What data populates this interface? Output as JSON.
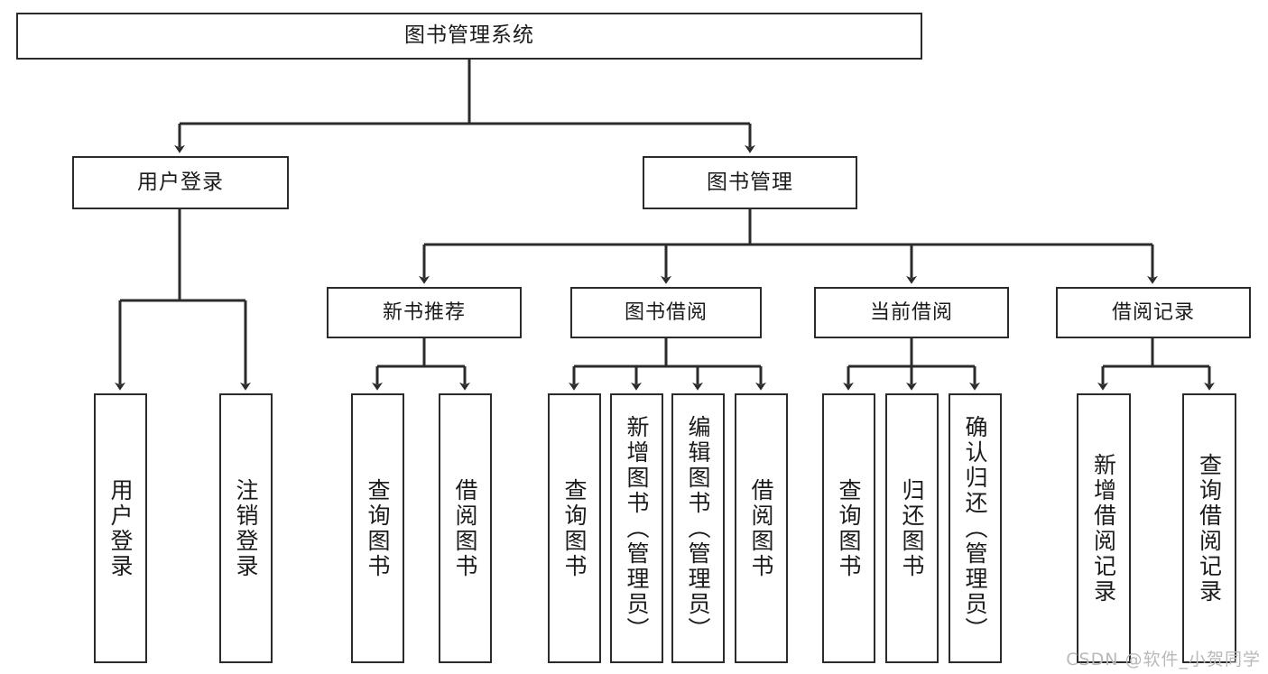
{
  "diagram": {
    "type": "tree-hierarchy",
    "title": "图书管理系统",
    "root": {
      "label": "图书管理系统"
    },
    "level1": [
      {
        "label": "用户登录"
      },
      {
        "label": "图书管理"
      }
    ],
    "level2": [
      {
        "label": "新书推荐"
      },
      {
        "label": "图书借阅"
      },
      {
        "label": "当前借阅"
      },
      {
        "label": "借阅记录"
      }
    ],
    "leaves": {
      "user_login": [
        {
          "label": "用户登录"
        },
        {
          "label": "注销登录"
        }
      ],
      "new_book_recommend": [
        {
          "label": "查询图书"
        },
        {
          "label": "借阅图书"
        }
      ],
      "book_borrow": [
        {
          "label": "查询图书"
        },
        {
          "label": "新增图书（管理员）"
        },
        {
          "label": "编辑图书（管理员）"
        },
        {
          "label": "借阅图书"
        }
      ],
      "current_borrow": [
        {
          "label": "查询图书"
        },
        {
          "label": "归还图书"
        },
        {
          "label": "确认归还（管理员）"
        }
      ],
      "borrow_record": [
        {
          "label": "新增借阅记录"
        },
        {
          "label": "查询借阅记录"
        }
      ]
    }
  },
  "watermark": {
    "text": "CSDN @软件_小贺同学"
  },
  "colors": {
    "stroke": "#2b2b2b",
    "background": "#ffffff",
    "text": "#1b1b1b",
    "watermark": "#b9b9b9"
  }
}
